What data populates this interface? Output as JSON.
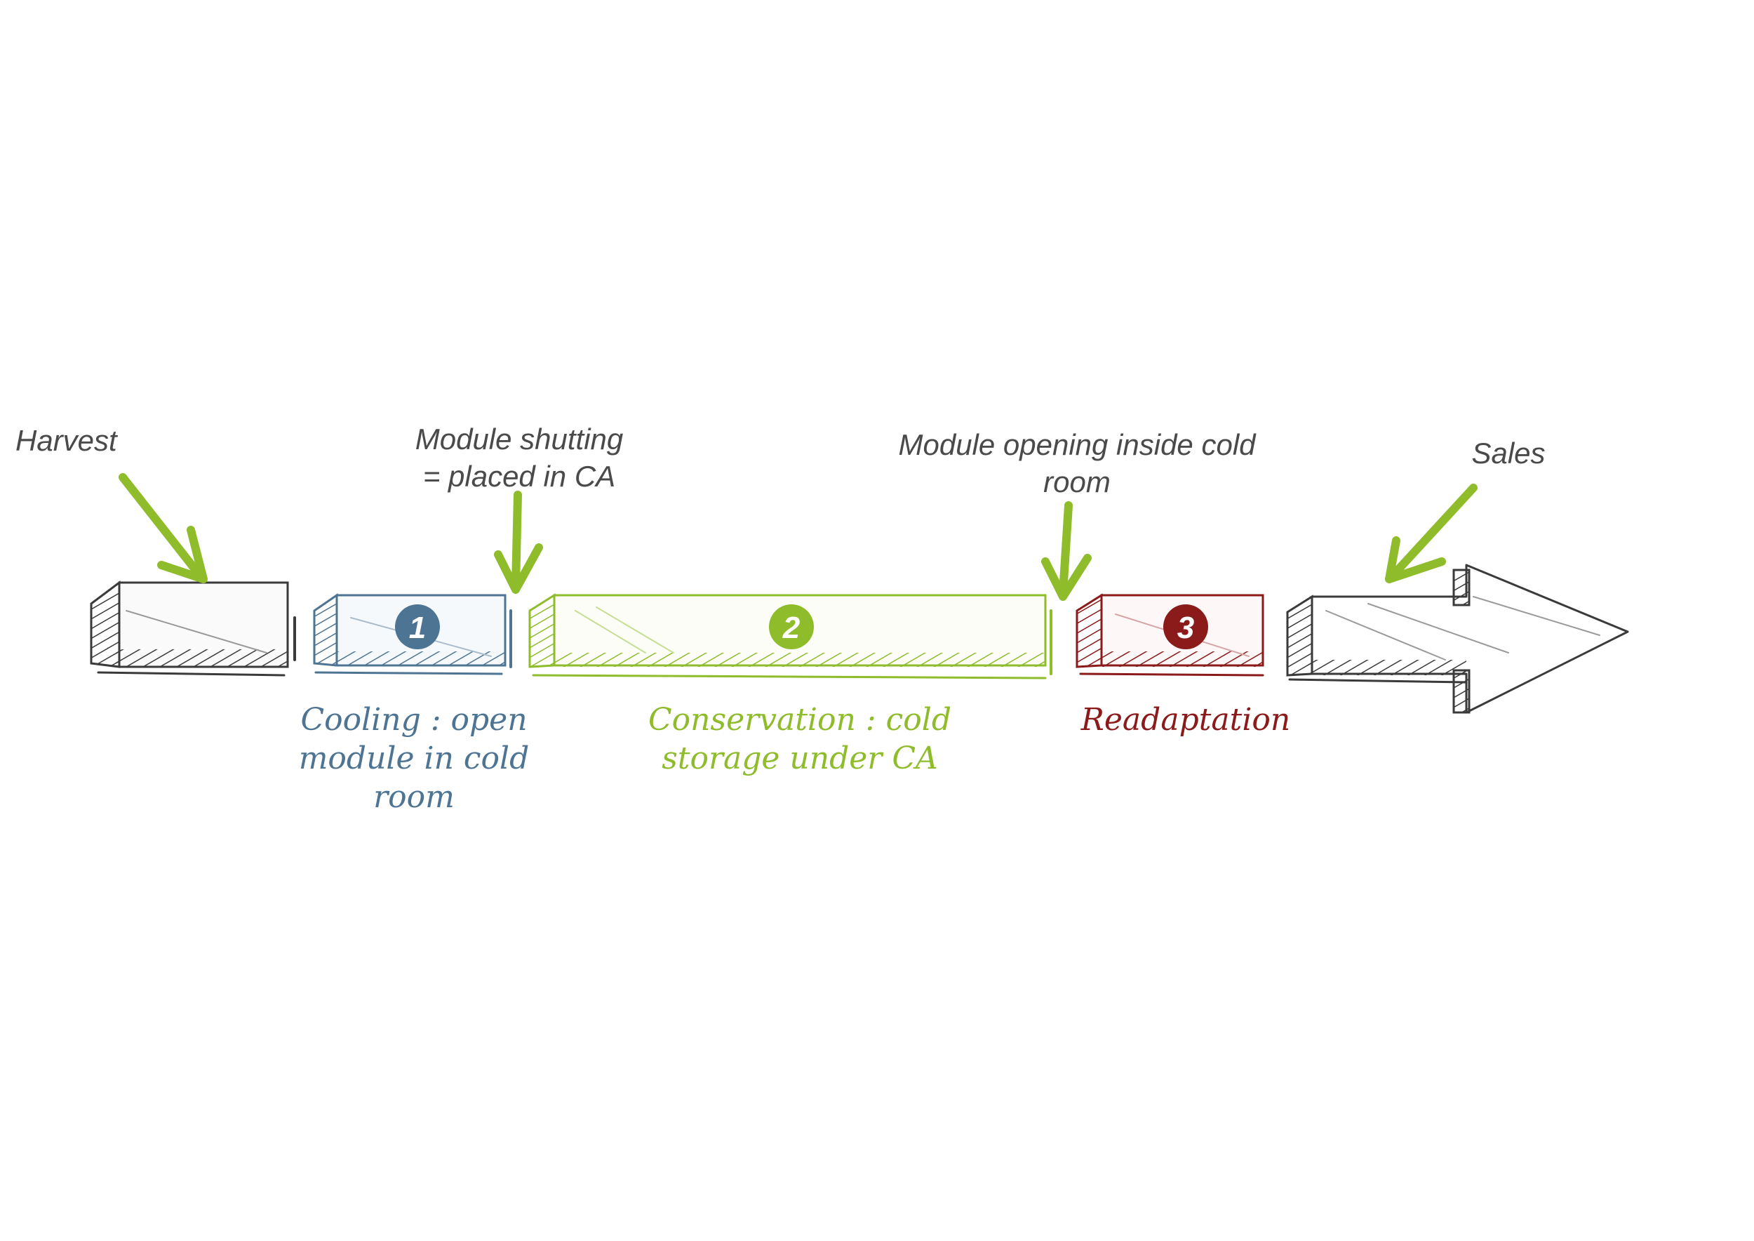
{
  "callouts": {
    "harvest": "Harvest",
    "module_shutting_line1": "Module shutting",
    "module_shutting_line2": "= placed in CA",
    "module_opening_line1": "Module opening inside cold",
    "module_opening_line2": "room",
    "sales": "Sales"
  },
  "phases": [
    {
      "number": "1",
      "label_line1": "Cooling : open",
      "label_line2": "module in cold",
      "label_line3": "room",
      "color": "#4e7494"
    },
    {
      "number": "2",
      "label_line1": "Conservation : cold",
      "label_line2": "storage under CA",
      "color": "#8fbc2b"
    },
    {
      "number": "3",
      "label_line1": "Readaptation",
      "color": "#8b1a1a"
    }
  ],
  "colors": {
    "arrow_green": "#8fbc2b",
    "sketch_gray": "#3a3a3a",
    "text_gray": "#4a4a4a"
  }
}
